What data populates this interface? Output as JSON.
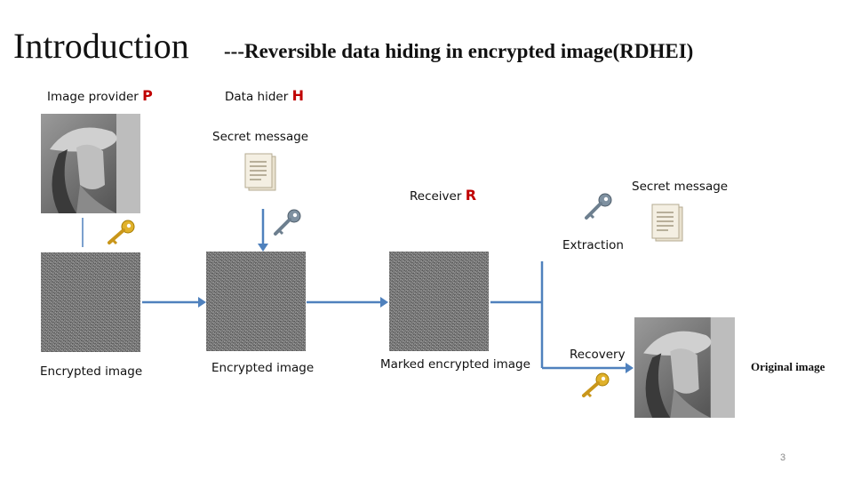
{
  "title": {
    "main": "Introduction",
    "sub": "---Reversible data hiding in encrypted image(RDHEI)"
  },
  "roles": {
    "provider_label": "Image provider",
    "provider_letter": "P",
    "hider_label": "Data hider",
    "hider_letter": "H",
    "receiver_label": "Receiver",
    "receiver_letter": "R"
  },
  "labels": {
    "secret_message_top": "Secret message",
    "secret_message_right": "Secret message",
    "extraction": "Extraction",
    "recovery": "Recovery",
    "encrypted_image_1": "Encrypted image",
    "encrypted_image_2": "Encrypted image",
    "marked_encrypted_image": "Marked encrypted image",
    "original_image": "Original image"
  },
  "page_number": "3",
  "colors": {
    "accent_red": "#c00000",
    "arrow_blue": "#4f81bd",
    "key_gold": "#d4a017",
    "key_gray": "#6d7f8f"
  },
  "icons": {
    "key_provider": "key-gold-icon",
    "key_hider": "key-gray-icon",
    "key_extraction": "key-gray-icon",
    "key_recovery": "key-gold-icon",
    "document": "document-icon"
  }
}
